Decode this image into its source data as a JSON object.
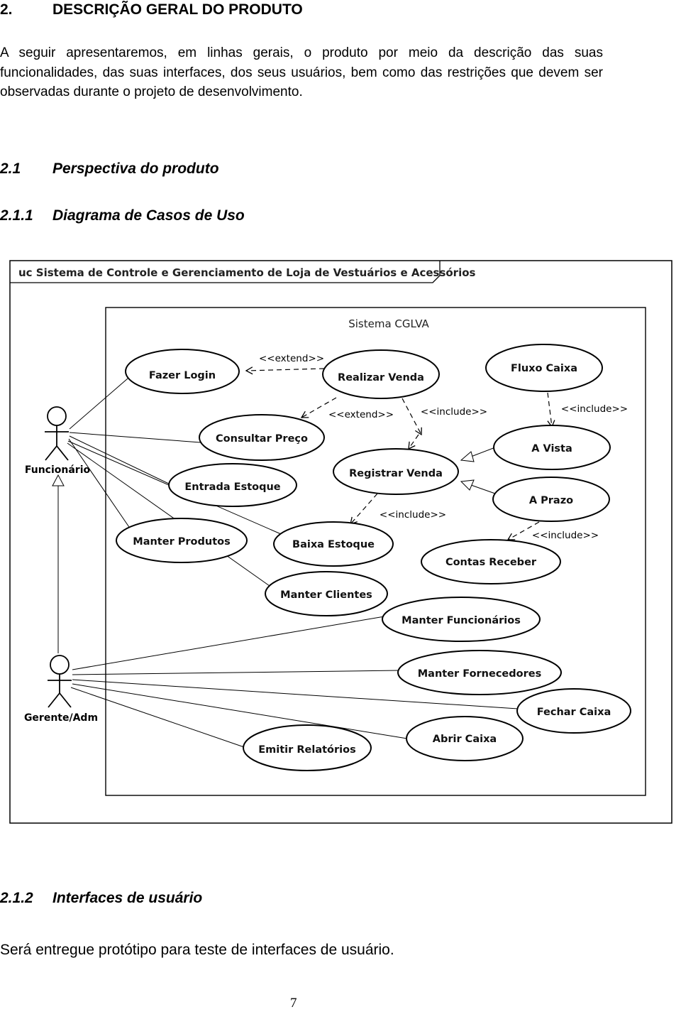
{
  "section": {
    "number": "2.",
    "title": "DESCRIÇÃO GERAL DO PRODUTO"
  },
  "intro": "A seguir apresentaremos, em linhas gerais, o produto por meio da descrição das suas funcionalidades, das suas interfaces, dos seus usuários, bem como das restrições que devem ser observadas durante o projeto de desenvolvimento.",
  "sub1": {
    "number": "2.1",
    "title": "Perspectiva do produto"
  },
  "sub11": {
    "number": "2.1.1",
    "title": "Diagrama de Casos de Uso"
  },
  "diagram": {
    "frame_label": "uc Sistema de Controle e Gerenciamento de Loja de Vestuários e Acessórios",
    "system_label": "Sistema CGLVA",
    "actors": {
      "funcionario": "Funcionário",
      "gerente": "Gerente/Adm"
    },
    "use_cases": {
      "fazer_login": "Fazer Login",
      "realizar_venda": "Realizar Venda",
      "fluxo_caixa": "Fluxo Caixa",
      "consultar_preco": "Consultar Preço",
      "a_vista": "A Vista",
      "registrar_venda": "Registrar Venda",
      "entrada_estoque": "Entrada Estoque",
      "a_prazo": "A Prazo",
      "manter_produtos": "Manter Produtos",
      "baixa_estoque": "Baixa Estoque",
      "contas_receber": "Contas Receber",
      "manter_clientes": "Manter Clientes",
      "manter_funcionarios": "Manter Funcionários",
      "manter_fornecedores": "Manter Fornecedores",
      "fechar_caixa": "Fechar Caixa",
      "abrir_caixa": "Abrir Caixa",
      "emitir_relatorios": "Emitir Relatórios"
    },
    "stereotypes": {
      "extend1": "<<extend>>",
      "extend2": "<<extend>>",
      "include1": "<<include>>",
      "include2": "<<include>>",
      "include3": "<<include>>",
      "include4": "<<include>>"
    }
  },
  "sub12": {
    "number": "2.1.2",
    "title": "Interfaces de usuário"
  },
  "closing": "Será entregue protótipo para teste de interfaces de usuário.",
  "page_number": "7"
}
